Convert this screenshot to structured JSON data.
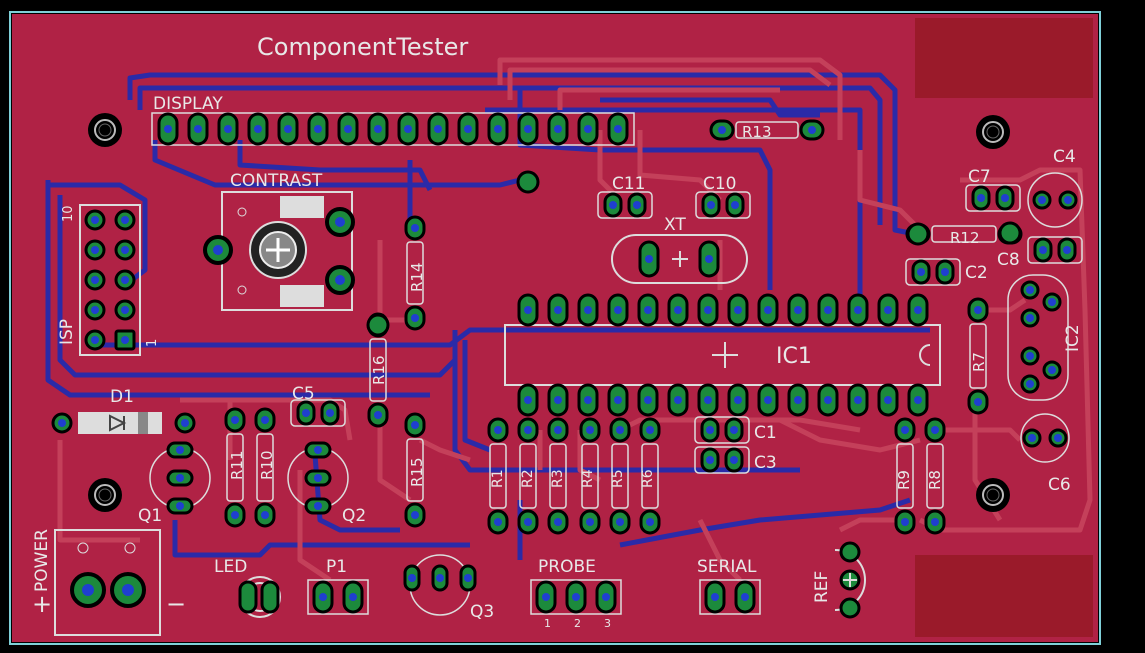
{
  "board": {
    "title": "ComponentTester",
    "colors": {
      "background": "#000000",
      "copper_fill": "#b02245",
      "top_trace": "#c4405a",
      "bottom_trace": "#2a2aa8",
      "pad": "#1c8a3c",
      "via": "#1f3fd0",
      "silk": "#e8e8e8",
      "dark_pad_ring": "#7a1430",
      "outline": "#7fd0d8"
    }
  },
  "labels": {
    "display": "DISPLAY",
    "contrast": "CONTRAST",
    "isp": "ISP",
    "isp_pin10": "10",
    "isp_pin1": "1",
    "d1": "D1",
    "c5": "C5",
    "q1": "Q1",
    "q2": "Q2",
    "q3": "Q3",
    "r11": "R11",
    "r10": "R10",
    "r14": "R14",
    "r15": "R15",
    "r16": "R16",
    "r13": "R13",
    "r12": "R12",
    "r7": "R7",
    "r8": "R8",
    "r9": "R9",
    "r1": "R1",
    "r2": "R2",
    "r3": "R3",
    "r4": "R4",
    "r5": "R5",
    "r6": "R6",
    "c1": "C1",
    "c2": "C2",
    "c3": "C3",
    "c4": "C4",
    "c6": "C6",
    "c7": "C7",
    "c8": "C8",
    "c10": "C10",
    "c11": "C11",
    "xt": "XT",
    "ic1": "IC1",
    "ic2": "IC2",
    "power": "POWER",
    "plus": "+",
    "minus": "−",
    "led": "LED",
    "p1": "P1",
    "probe": "PROBE",
    "probe_1": "1",
    "probe_2": "2",
    "probe_3": "3",
    "serial": "SERIAL",
    "ref": "REF"
  }
}
